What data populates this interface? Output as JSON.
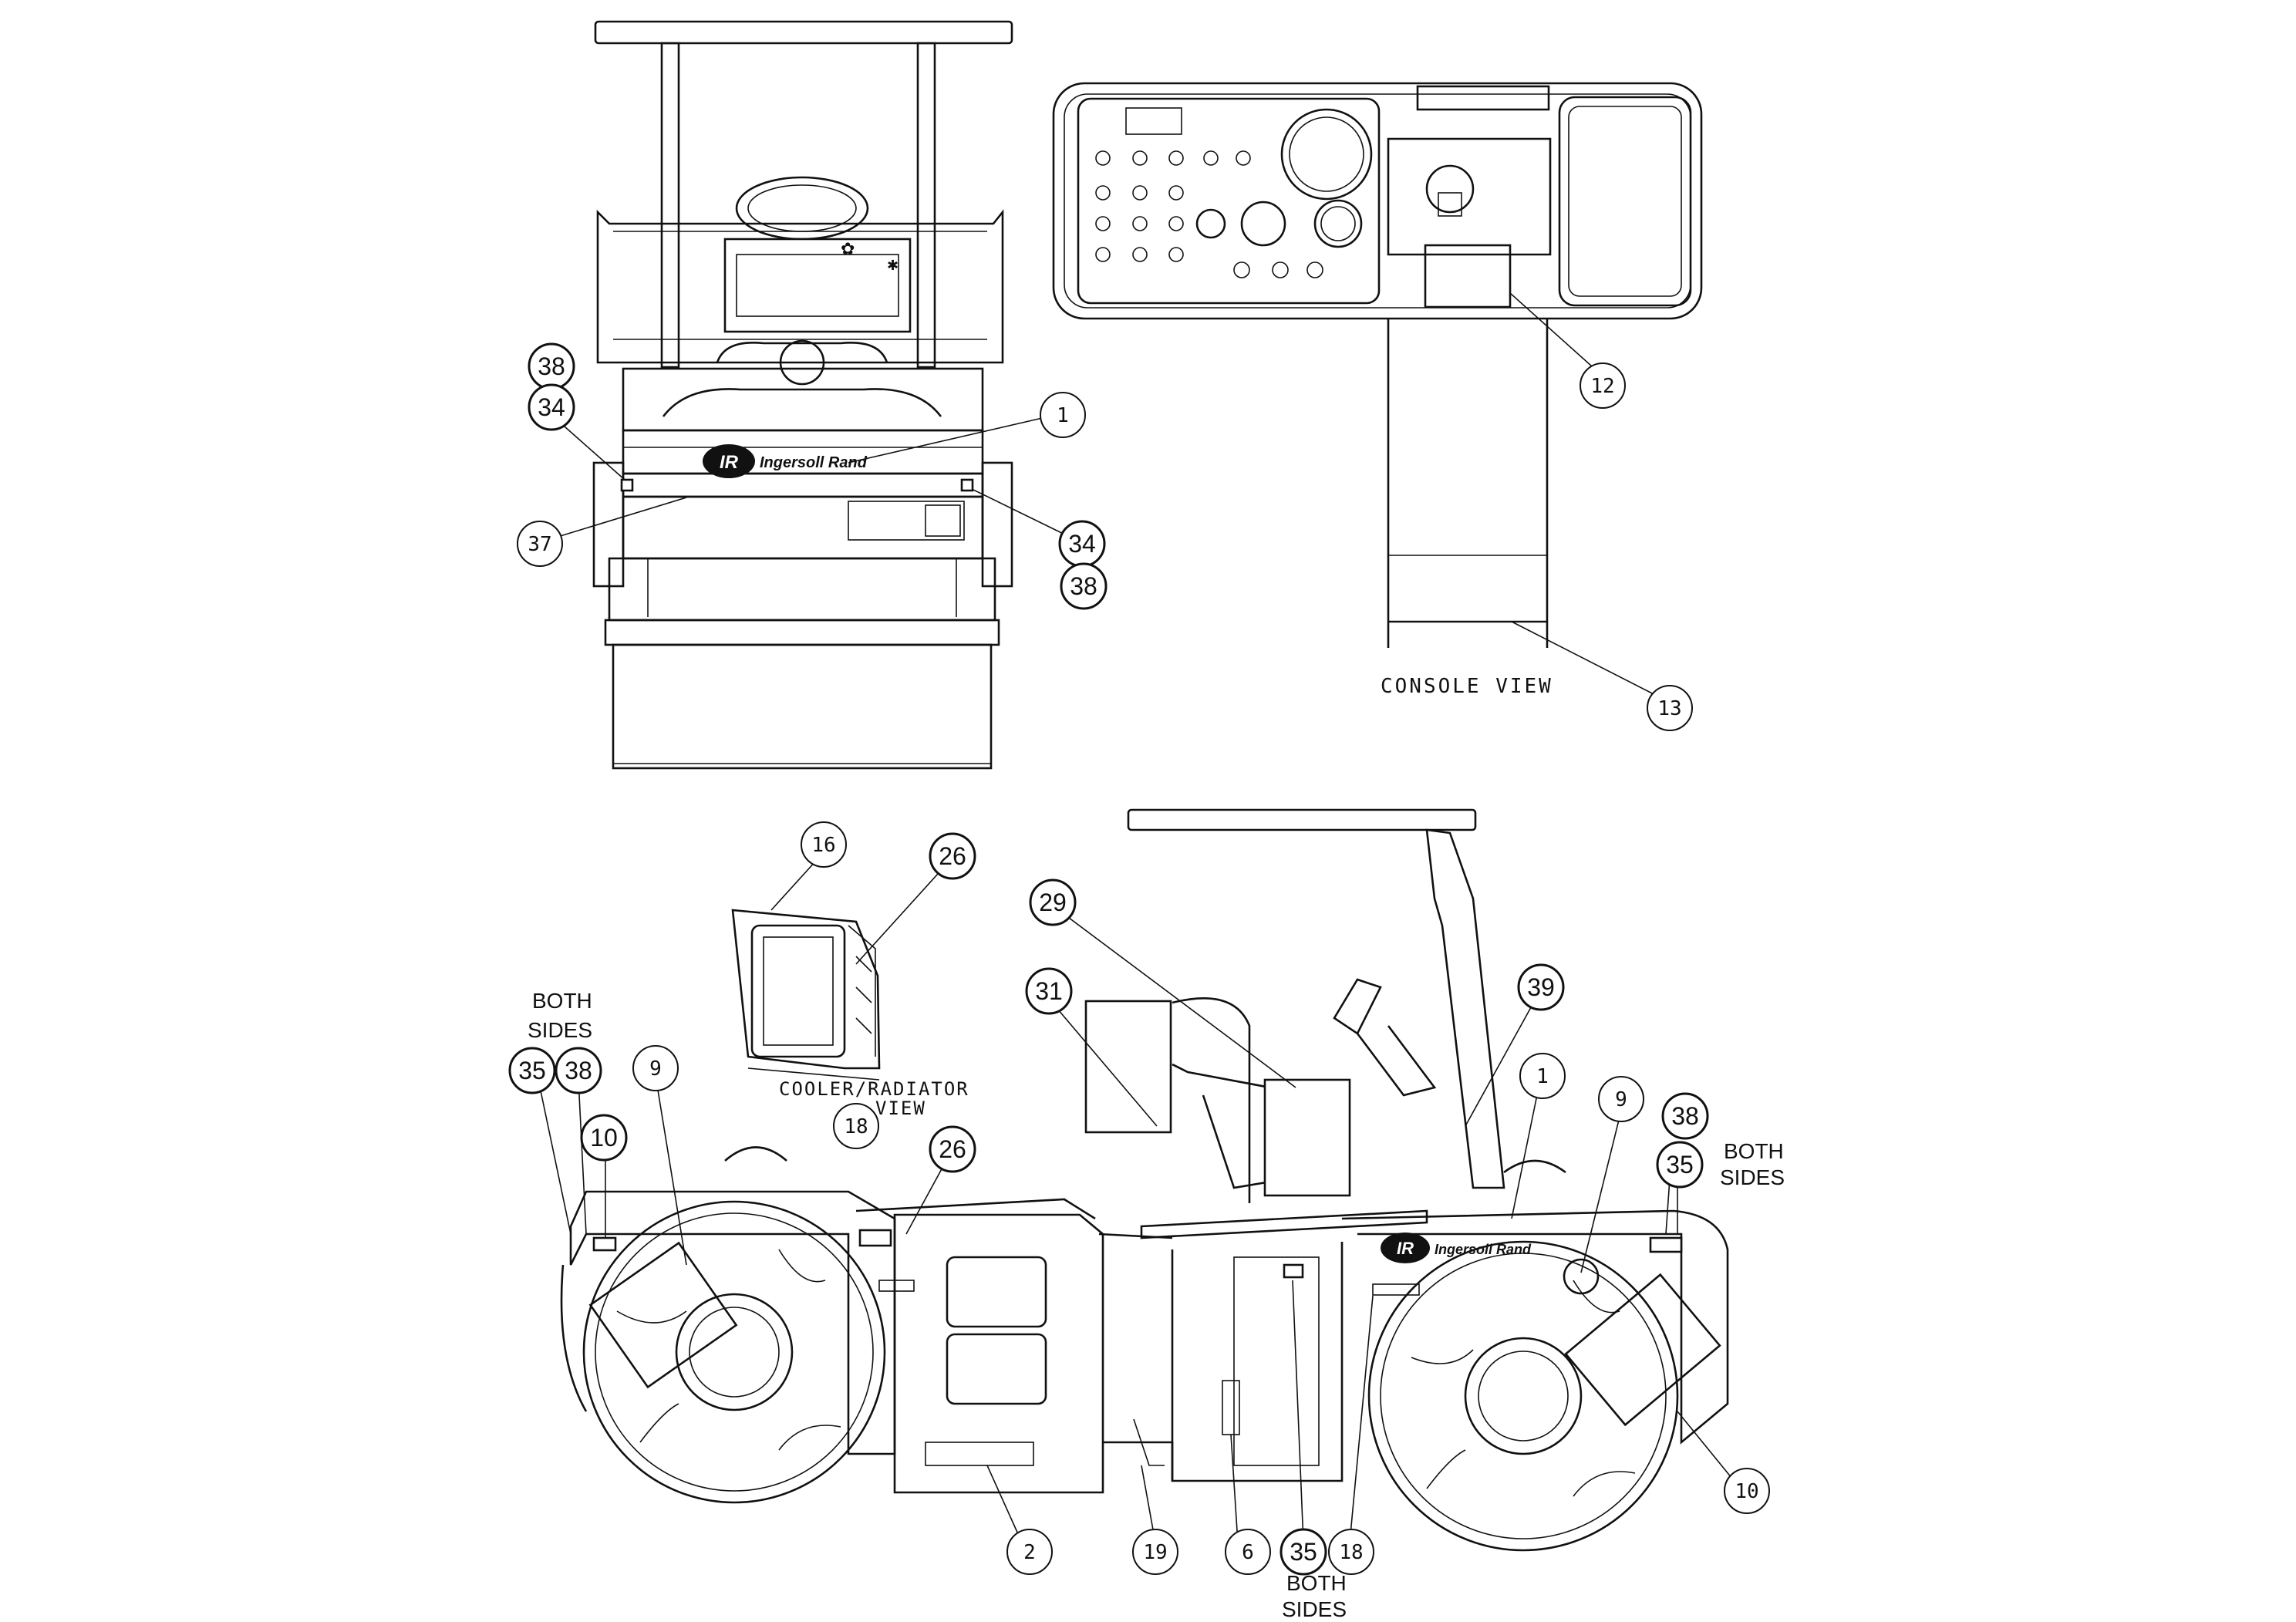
{
  "brand": {
    "logo_mark": "IR",
    "logo_text": "Ingersoll Rand"
  },
  "views": {
    "console": "CONSOLE VIEW",
    "cooler": [
      "COOLER/RADIATOR",
      "VIEW"
    ]
  },
  "notes": {
    "both_sides_lines": [
      "BOTH",
      "SIDES"
    ]
  },
  "callouts": {
    "front": [
      {
        "id": "f38a",
        "label": "38"
      },
      {
        "id": "f34a",
        "label": "34"
      },
      {
        "id": "f1",
        "label": "1"
      },
      {
        "id": "f37",
        "label": "37"
      },
      {
        "id": "f34b",
        "label": "34"
      },
      {
        "id": "f38b",
        "label": "38"
      }
    ],
    "console": [
      {
        "id": "c12",
        "label": "12"
      },
      {
        "id": "c13",
        "label": "13"
      }
    ],
    "side": [
      {
        "id": "s16",
        "label": "16"
      },
      {
        "id": "s26a",
        "label": "26"
      },
      {
        "id": "s29",
        "label": "29"
      },
      {
        "id": "s31",
        "label": "31"
      },
      {
        "id": "s39",
        "label": "39"
      },
      {
        "id": "s35a",
        "label": "35"
      },
      {
        "id": "s38a",
        "label": "38"
      },
      {
        "id": "s9a",
        "label": "9"
      },
      {
        "id": "s10a",
        "label": "10"
      },
      {
        "id": "s18a",
        "label": "18"
      },
      {
        "id": "s26b",
        "label": "26"
      },
      {
        "id": "s1",
        "label": "1"
      },
      {
        "id": "s9b",
        "label": "9"
      },
      {
        "id": "s38b",
        "label": "38"
      },
      {
        "id": "s35b",
        "label": "35"
      },
      {
        "id": "s2",
        "label": "2"
      },
      {
        "id": "s19",
        "label": "19"
      },
      {
        "id": "s6",
        "label": "6"
      },
      {
        "id": "s35c",
        "label": "35"
      },
      {
        "id": "s18b",
        "label": "18"
      },
      {
        "id": "s10b",
        "label": "10"
      }
    ]
  }
}
